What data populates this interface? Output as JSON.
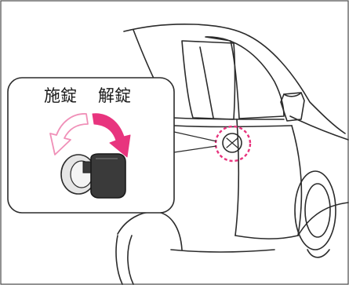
{
  "labels": {
    "lock": "施錠",
    "unlock": "解錠"
  },
  "colors": {
    "line": "#2b2b2b",
    "accent": "#e8347e",
    "accent_light_fill": "#ffffff",
    "accent_light_stroke": "#f090b8",
    "key_body": "#3a3a3a",
    "cylinder": "#e6e6e6"
  },
  "icons": {
    "lock_arrow": "counter-clockwise-arrow",
    "unlock_arrow": "clockwise-arrow",
    "key": "car-key",
    "keyhole": "door-key-cylinder"
  }
}
